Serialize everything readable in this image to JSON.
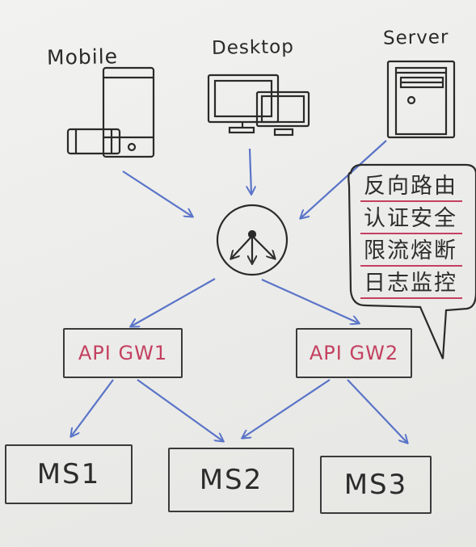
{
  "clients": {
    "mobile": "Mobile",
    "desktop": "Desktop",
    "server": "Server"
  },
  "gateways": {
    "gw1": "API GW1",
    "gw2": "API GW2"
  },
  "services": {
    "ms1": "MS1",
    "ms2": "MS2",
    "ms3": "MS3"
  },
  "callout": {
    "items": [
      "反向路由",
      "认证安全",
      "限流熔断",
      "日志监控"
    ]
  },
  "colors": {
    "arrow": "#5a74c8",
    "gateway_text": "#c44060",
    "ink": "#2a2a2a"
  },
  "icons": [
    "phone-icon",
    "tablet-icon",
    "monitor-icon",
    "laptop-icon",
    "server-tower-icon",
    "load-balancer-icon"
  ]
}
